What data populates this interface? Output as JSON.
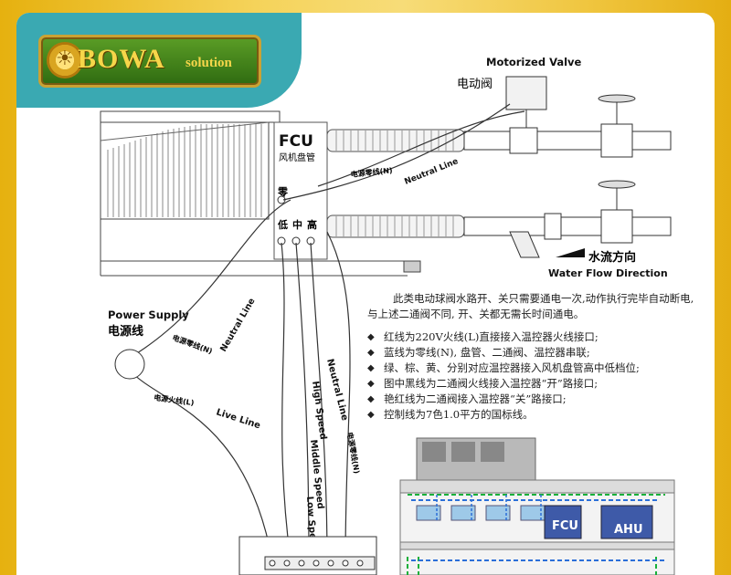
{
  "brand": {
    "name": "BOWA",
    "suffix": "solution"
  },
  "labels": {
    "motorized_valve": "Motorized Valve",
    "motorized_valve_cn": "电动阀",
    "fcu": "FCU",
    "fcu_cn": "风机盘管",
    "neutral_cn_top": "电源零线(N)",
    "neutral_line_top": "Neutral Line",
    "zero_char": "零",
    "speed_low_cn": "低",
    "speed_mid_cn": "中",
    "speed_high_cn": "高",
    "water_flow_cn": "水流方向",
    "water_flow": "Water Flow Direction",
    "power_supply": "Power Supply",
    "power_supply_cn": "电源线",
    "neutral_cn_left": "电源零线(N)",
    "neutral_line_left": "Neutral Line",
    "live_cn": "电源火线(L)",
    "live_line": "Live Line",
    "neutral_line_mid": "Neutral Line",
    "high_speed": "High Speed",
    "middle_speed": "Middle Speed",
    "low_speed": "Low Speed",
    "neutral_cn_right": "电源零线(N)",
    "inset_fcu": "FCU",
    "inset_ahu": "AHU"
  },
  "note": {
    "intro": "此类电动球阀水路开、关只需要通电一次,动作执行完毕自动断电,与上述二通阀不同, 开、关都无需长时间通电。",
    "bullets": [
      "红线为220V火线(L)直接接入温控器火线接口;",
      "蓝线为零线(N), 盘管、二通阀、温控器串联;",
      "绿、棕、黄、分别对应温控器接入风机盘管高中低档位;",
      "图中黑线为二通阀火线接入温控器“开”路接口;",
      "艳红线为二通阀接入温控器“关”路接口;",
      "控制线为7色1.0平方的国标线。"
    ]
  },
  "colors": {
    "teal": "#3aa9b2",
    "gold": "#e6b10f",
    "green_dash": "#17b03a",
    "blue_dash": "#2b6fd8"
  }
}
